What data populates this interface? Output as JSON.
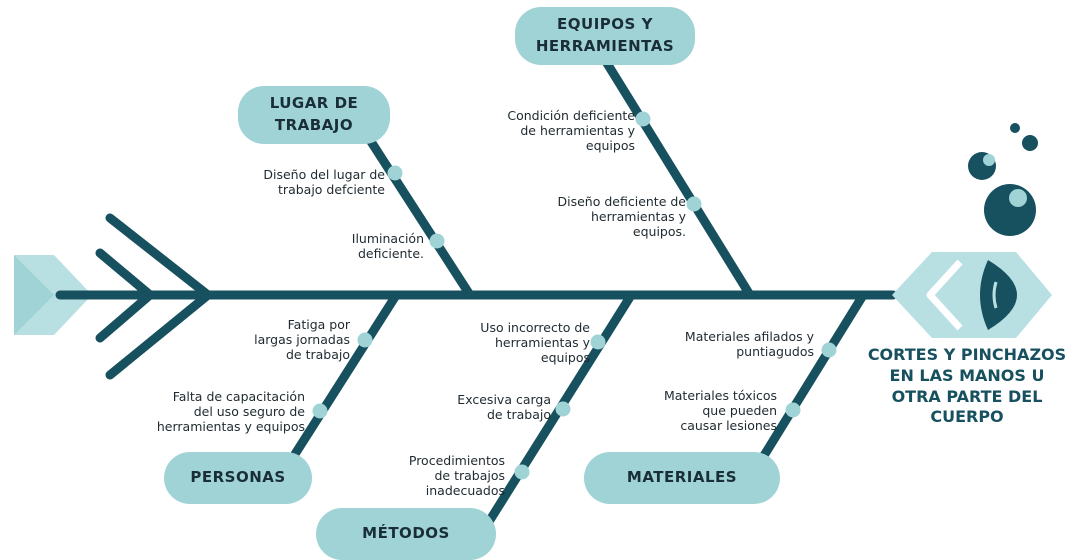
{
  "categories": {
    "lugar": "LUGAR DE\nTRABAJO",
    "equipos": "EQUIPOS Y\nHERRAMIENTAS",
    "personas": "PERSONAS",
    "metodos": "MÉTODOS",
    "materiales": "MATERIALES"
  },
  "causes": {
    "lugar": [
      "Diseño del lugar de\ntrabajo defciente",
      "Iluminación\ndeficiente."
    ],
    "equipos": [
      "Condición deficiente\nde herramientas y\nequipos",
      "Diseño deficiente de\nherramientas y\nequipos."
    ],
    "personas": [
      "Fatiga por\nlargas jornadas\nde trabajo",
      "Falta de capacitación\ndel uso seguro de\nherramientas y equipos"
    ],
    "metodos": [
      "Uso incorrecto de\nherramientas y\nequipos",
      "Excesiva carga\nde trabajo",
      "Procedimientos\nde trabajos\ninadecuados"
    ],
    "materiales": [
      "Materiales afilados y\npuntiagudos",
      "Materiales tóxicos\nque pueden\ncausar lesiones"
    ]
  },
  "effect": "CORTES Y PINCHAZOS\nEN LAS MANOS U\nOTRA PARTE DEL\nCUERPO",
  "colors": {
    "bone": "#17505e",
    "pill": "#9fd3d6",
    "node": "#9fd3d6",
    "light": "#b8e0e2",
    "dark": "#17505e"
  },
  "icons": [
    "fish-tail-icon",
    "fish-head-icon",
    "bubble-icon"
  ]
}
